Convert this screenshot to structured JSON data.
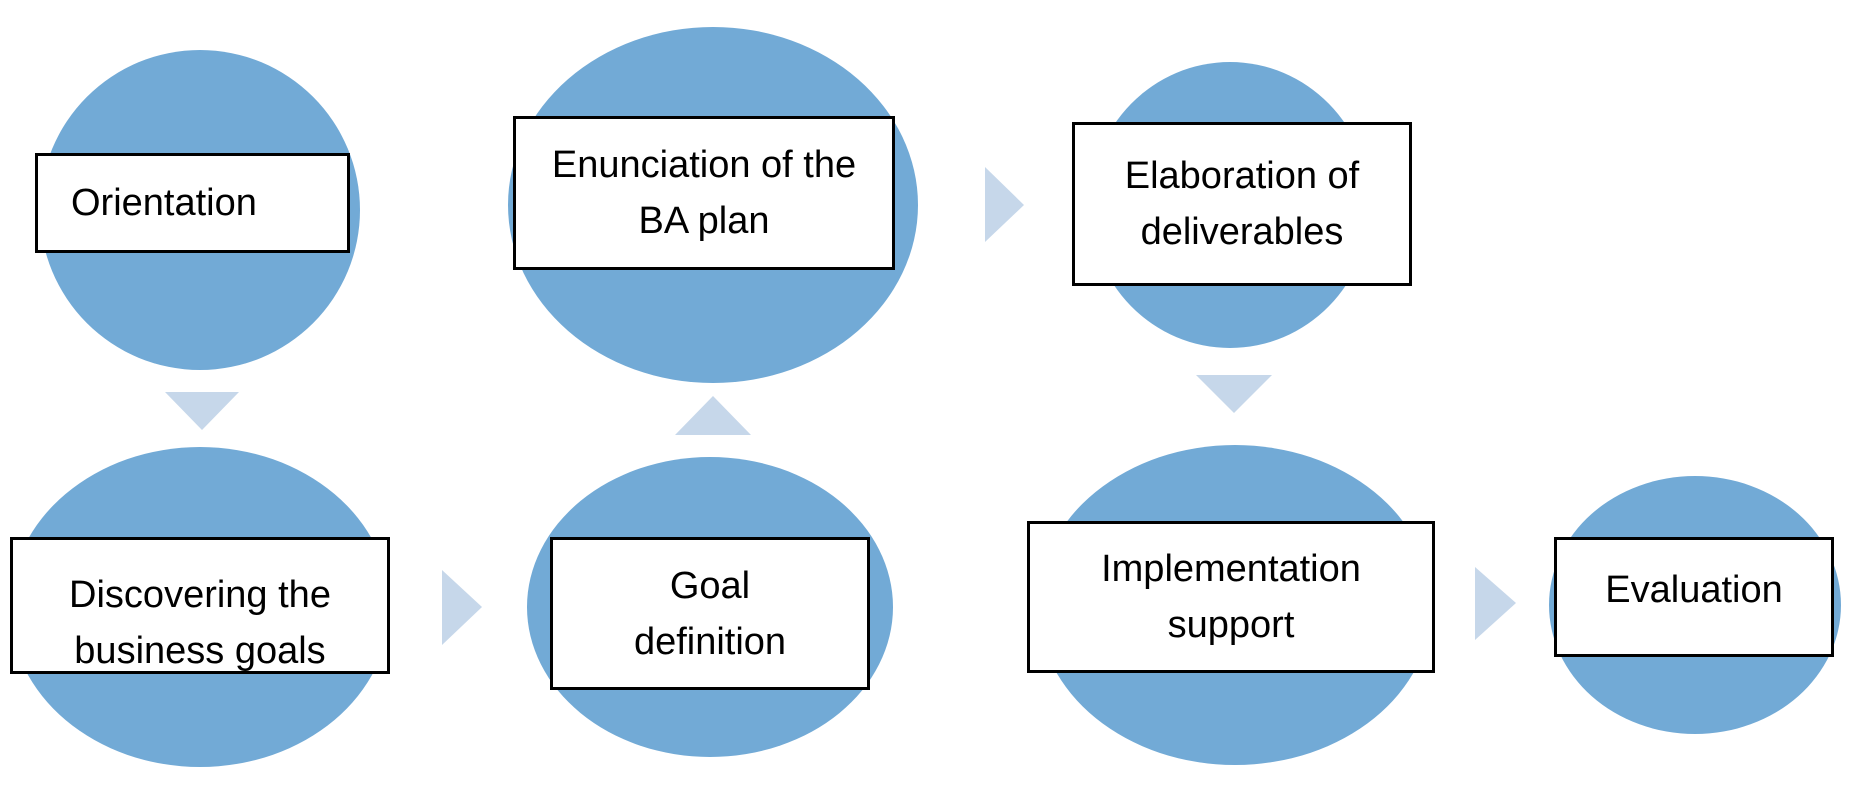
{
  "diagram": {
    "colors": {
      "circle_fill": "#72aad6",
      "arrow_fill": "#c6d7ea",
      "box_border": "#000000",
      "box_fill": "#ffffff",
      "text": "#000000"
    },
    "steps": [
      {
        "id": "orientation",
        "label": "Orientation"
      },
      {
        "id": "discovering",
        "label": "Discovering the business goals"
      },
      {
        "id": "goal-definition",
        "label": "Goal definition"
      },
      {
        "id": "enunciation",
        "label": "Enunciation of the BA plan"
      },
      {
        "id": "elaboration",
        "label": "Elaboration of deliverables"
      },
      {
        "id": "implementation",
        "label": "Implementation support"
      },
      {
        "id": "evaluation",
        "label": "Evaluation"
      }
    ],
    "flow": [
      {
        "from": "orientation",
        "to": "discovering",
        "direction": "down"
      },
      {
        "from": "discovering",
        "to": "goal-definition",
        "direction": "right"
      },
      {
        "from": "goal-definition",
        "to": "enunciation",
        "direction": "up"
      },
      {
        "from": "enunciation",
        "to": "elaboration",
        "direction": "right"
      },
      {
        "from": "elaboration",
        "to": "implementation",
        "direction": "down"
      },
      {
        "from": "implementation",
        "to": "evaluation",
        "direction": "right"
      }
    ]
  }
}
